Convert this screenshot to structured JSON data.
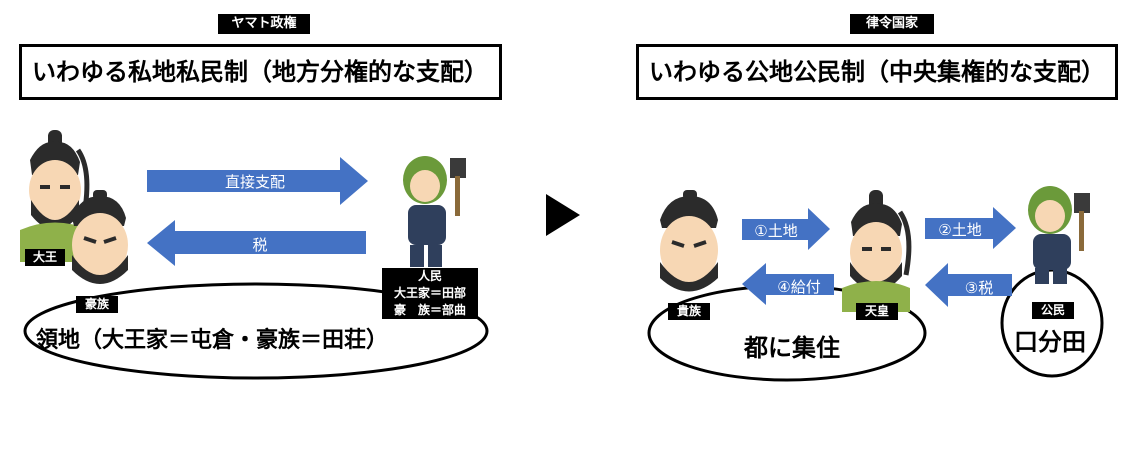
{
  "colors": {
    "arrow": "#4472c4",
    "face": "#f7d7b4",
    "hat": "#2b2b2b",
    "robe_green": "#8fb14a",
    "hood_green": "#6b9a3a",
    "outfit_navy": "#2f3f5c"
  },
  "left": {
    "tag": "ヤマト政権",
    "title": "いわゆる私地私民制（地方分権的な支配）",
    "arrow_top_label": "直接支配",
    "arrow_bottom_label": "税",
    "label_okimi": "大王",
    "label_gozoku": "豪族",
    "people_box": {
      "title": "人民",
      "line1": "大王家＝田部",
      "line2": "豪　族＝部曲"
    },
    "domain_text": "領地（大王家＝屯倉・豪族＝田荘）"
  },
  "right": {
    "tag": "律令国家",
    "title": "いわゆる公地公民制（中央集権的な支配）",
    "label_kizoku": "貴族",
    "label_tenno": "天皇",
    "label_komin": "公民",
    "arrow1_label": "①土地",
    "arrow2_label": "②土地",
    "arrow3_label": "③税",
    "arrow4_label": "④給付",
    "capital_text": "都に集住",
    "field_text": "口分田"
  },
  "icons": {
    "transition": "play-triangle-icon"
  }
}
